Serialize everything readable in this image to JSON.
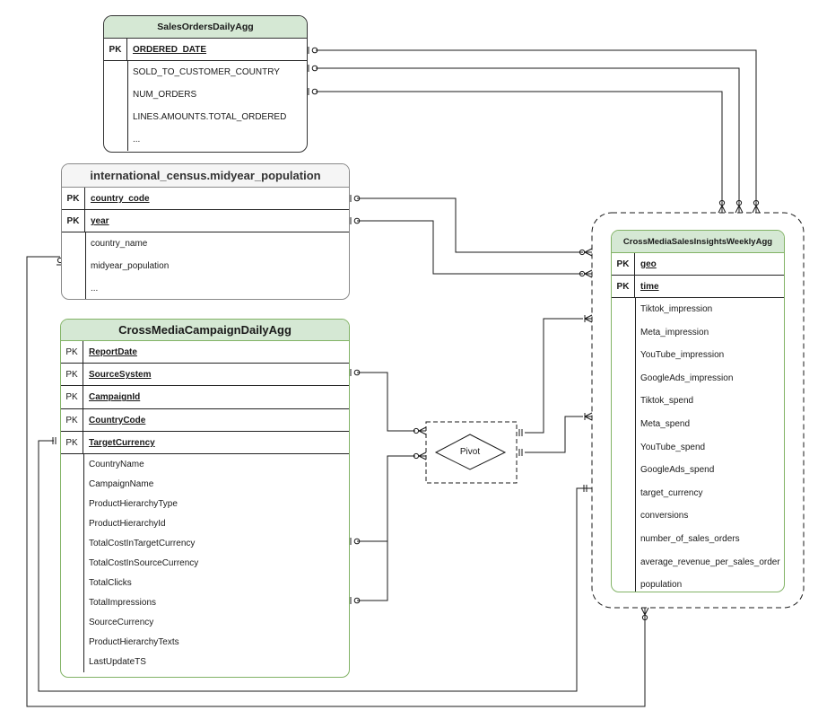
{
  "tables": {
    "sales_orders": {
      "title": "SalesOrdersDailyAgg",
      "keys": [
        {
          "pk": "PK",
          "name": "ORDERED_DATE"
        }
      ],
      "attributes": [
        "SOLD_TO_CUSTOMER_COUNTRY",
        "NUM_ORDERS",
        "LINES.AMOUNTS.TOTAL_ORDERED",
        "..."
      ]
    },
    "census": {
      "title": "international_census.midyear_population",
      "keys": [
        {
          "pk": "PK",
          "name": "country_code"
        },
        {
          "pk": "PK",
          "name": "year"
        }
      ],
      "attributes": [
        "country_name",
        "midyear_population",
        "..."
      ]
    },
    "campaign": {
      "title": "CrossMediaCampaignDailyAgg",
      "keys": [
        {
          "pk": "PK",
          "name": "ReportDate"
        },
        {
          "pk": "PK",
          "name": "SourceSystem"
        },
        {
          "pk": "PK",
          "name": "CampaignId"
        },
        {
          "pk": "PK",
          "name": "CountryCode"
        },
        {
          "pk": "PK",
          "name": "TargetCurrency"
        }
      ],
      "attributes": [
        "CountryName",
        "CampaignName",
        "ProductHierarchyType",
        "ProductHierarchyId",
        "TotalCostInTargetCurrency",
        "TotalCostInSourceCurrency",
        "TotalClicks",
        "TotalImpressions",
        "SourceCurrency",
        "ProductHierarchyTexts",
        "LastUpdateTS"
      ]
    },
    "insights": {
      "title": "CrossMediaSalesInsightsWeeklyAgg",
      "keys": [
        {
          "pk": "PK",
          "name": "geo"
        },
        {
          "pk": "PK",
          "name": "time"
        }
      ],
      "attributes": [
        "Tiktok_impression",
        "Meta_impression",
        "YouTube_impression",
        "GoogleAds_impression",
        "Tiktok_spend",
        "Meta_spend",
        "YouTube_spend",
        "GoogleAds_spend",
        "target_currency",
        "conversions",
        "number_of_sales_orders",
        "average_revenue_per_sales_order",
        "population"
      ]
    }
  },
  "pivot": {
    "label": "Pivot"
  },
  "colors": {
    "header_green": "#d5e8d4",
    "border_green": "#82b366",
    "header_grey": "#f5f5f5",
    "line": "#1a1a1a"
  }
}
